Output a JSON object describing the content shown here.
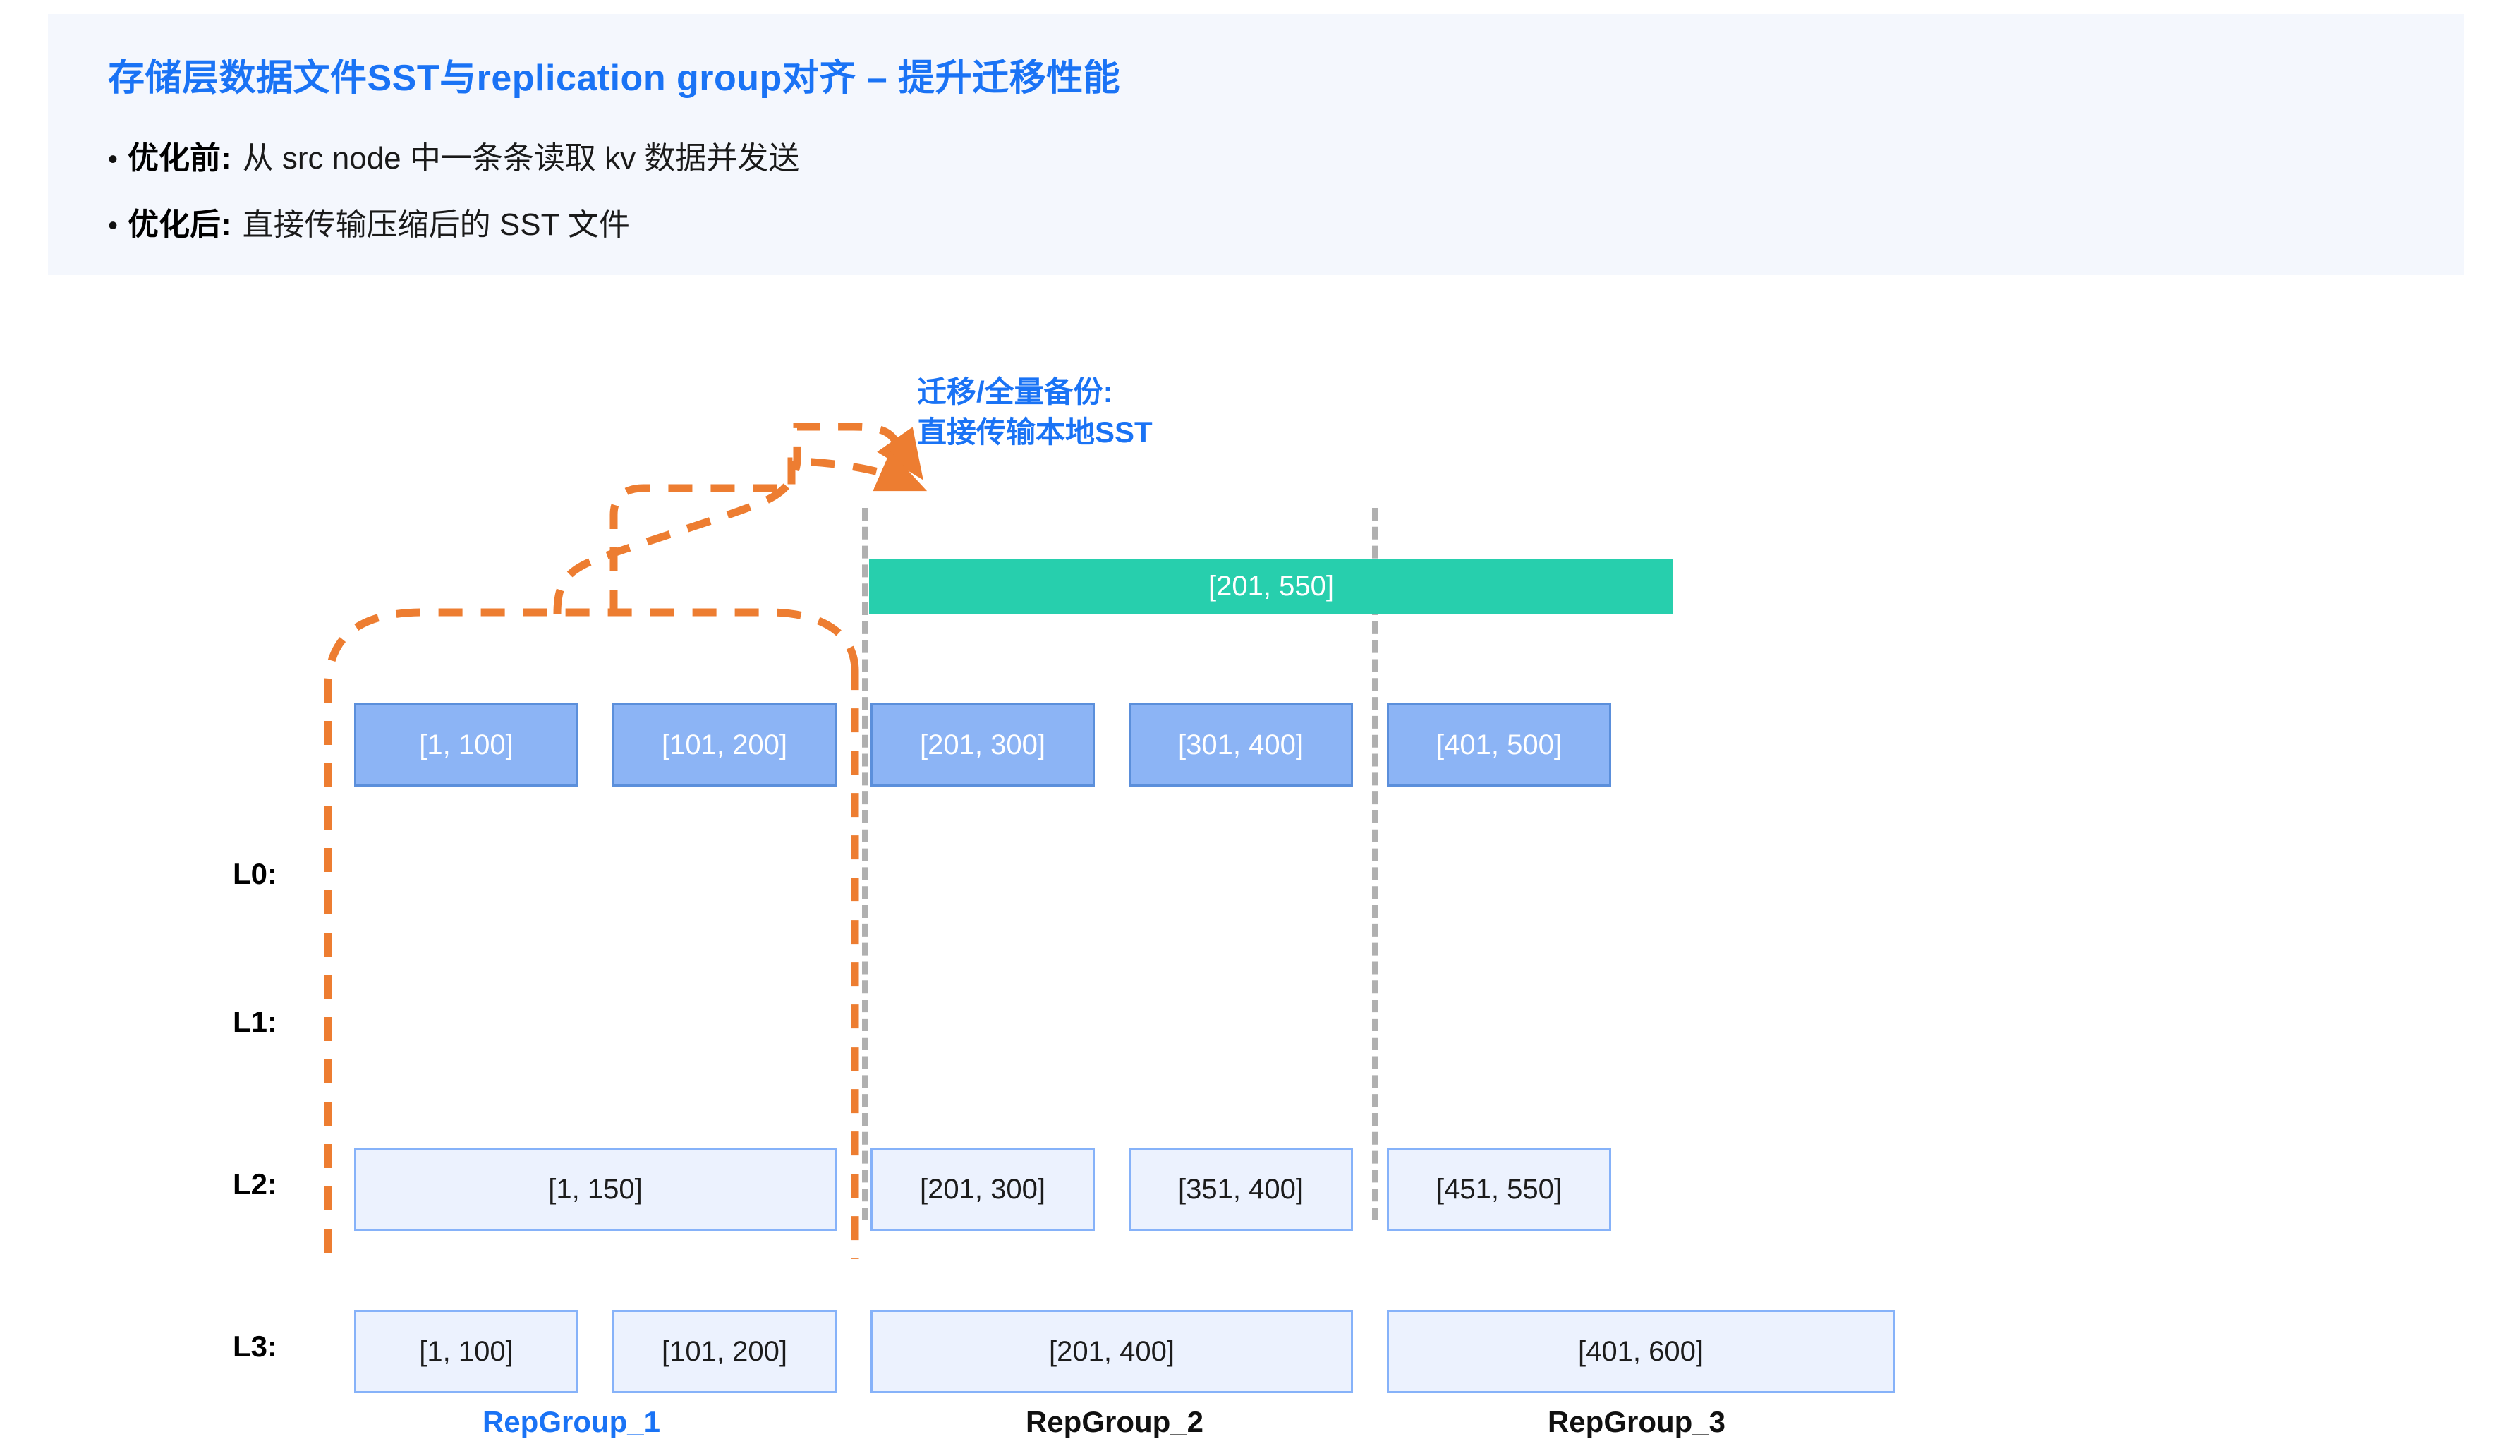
{
  "header": {
    "title": "存储层数据文件SST与replication group对齐 – 提升迁移性能",
    "bullets": [
      {
        "marker": "•",
        "label": "优化前:",
        "text": "从 src node 中一条条读取 kv 数据并发送"
      },
      {
        "marker": "•",
        "label": "优化后:",
        "text": "直接传输压缩后的 SST 文件"
      }
    ],
    "background_color": "#F4F7FD",
    "title_color": "#1A73F5"
  },
  "annotation": {
    "line1": "迁移/全量备份:",
    "line2": "直接传输本地SST",
    "color": "#1A73F5"
  },
  "diagram": {
    "level_labels": [
      "L0:",
      "L1:",
      "L2:",
      "L3:"
    ],
    "group_captions": [
      {
        "label": "RepGroup_1",
        "highlighted": true,
        "color": "#1A73F5"
      },
      {
        "label": "RepGroup_2",
        "highlighted": false,
        "color": "#111111"
      },
      {
        "label": "RepGroup_3",
        "highlighted": false,
        "color": "#111111"
      }
    ],
    "colors": {
      "level0_fill": "#27CFAD",
      "level1_fill": "#8CB4F5",
      "level1_border": "#5B8FDB",
      "lower_fill": "#ECF2FE",
      "lower_border": "#86B2F9",
      "separator": "#B0B0B0",
      "highlight_loop": "#ED7D31"
    },
    "levels": [
      {
        "name": "L0",
        "boxes": [
          {
            "label": "[201, 550]",
            "group": 2,
            "style": "green"
          }
        ]
      },
      {
        "name": "L1",
        "boxes": [
          {
            "label": "[1, 100]",
            "group": 1,
            "style": "filled"
          },
          {
            "label": "[101, 200]",
            "group": 1,
            "style": "filled"
          },
          {
            "label": "[201, 300]",
            "group": 2,
            "style": "filled"
          },
          {
            "label": "[301, 400]",
            "group": 2,
            "style": "filled"
          },
          {
            "label": "[401, 500]",
            "group": 3,
            "style": "filled"
          }
        ]
      },
      {
        "name": "L2",
        "boxes": [
          {
            "label": "[1, 150]",
            "group": 1,
            "style": "light"
          },
          {
            "label": "[201, 300]",
            "group": 2,
            "style": "light"
          },
          {
            "label": "[351, 400]",
            "group": 2,
            "style": "light"
          },
          {
            "label": "[451, 550]",
            "group": 3,
            "style": "light"
          }
        ]
      },
      {
        "name": "L3",
        "boxes": [
          {
            "label": "[1, 100]",
            "group": 1,
            "style": "light"
          },
          {
            "label": "[101, 200]",
            "group": 1,
            "style": "light"
          },
          {
            "label": "[201, 400]",
            "group": 2,
            "style": "light"
          },
          {
            "label": "[401, 600]",
            "group": 3,
            "style": "light"
          }
        ]
      }
    ]
  }
}
